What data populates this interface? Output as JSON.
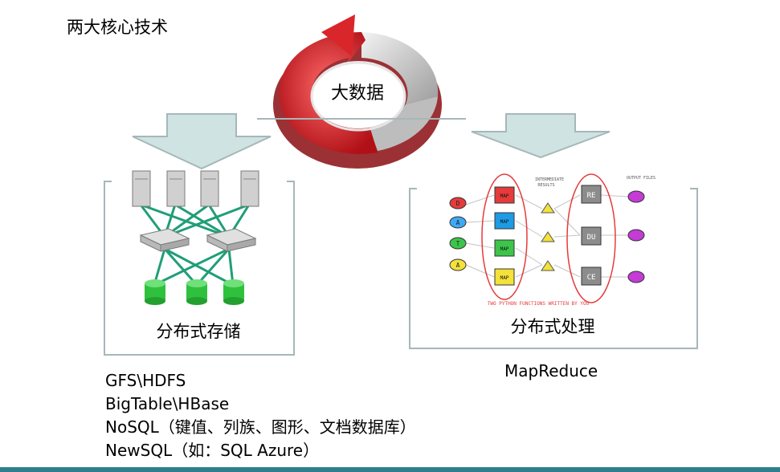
{
  "title": "两大核心技术",
  "center": {
    "label": "大数据"
  },
  "storage": {
    "label": "分布式存储",
    "items": [
      "GFS\\HDFS",
      "BigTable\\HBase",
      "NoSQL（键值、列族、图形、文档数据库）",
      "NewSQL（如：SQL Azure）"
    ]
  },
  "processing": {
    "label": "分布式处理",
    "caption": "MapReduce",
    "diagram": {
      "inputs": [
        "D",
        "A",
        "T",
        "A"
      ],
      "map_label": "MAP",
      "reducers": [
        "RE",
        "DU",
        "CE"
      ],
      "intermediate_label_1": "INTERMEDIATE",
      "intermediate_label_2": "RESULTS",
      "output_label": "OUTPUT FILES",
      "footer": "TWO PYTHON FUNCTIONS WRITTEN BY YOU"
    }
  },
  "colors": {
    "cycle_red": "#d9262b",
    "cycle_gray": "#c8c8c8",
    "arrow_fill": "#cfe3e2",
    "frame": "#a6b7b8",
    "link_green": "#1f9e78",
    "disk_green": "#2fc13e",
    "bottom_bar": "#2e7e8e"
  }
}
